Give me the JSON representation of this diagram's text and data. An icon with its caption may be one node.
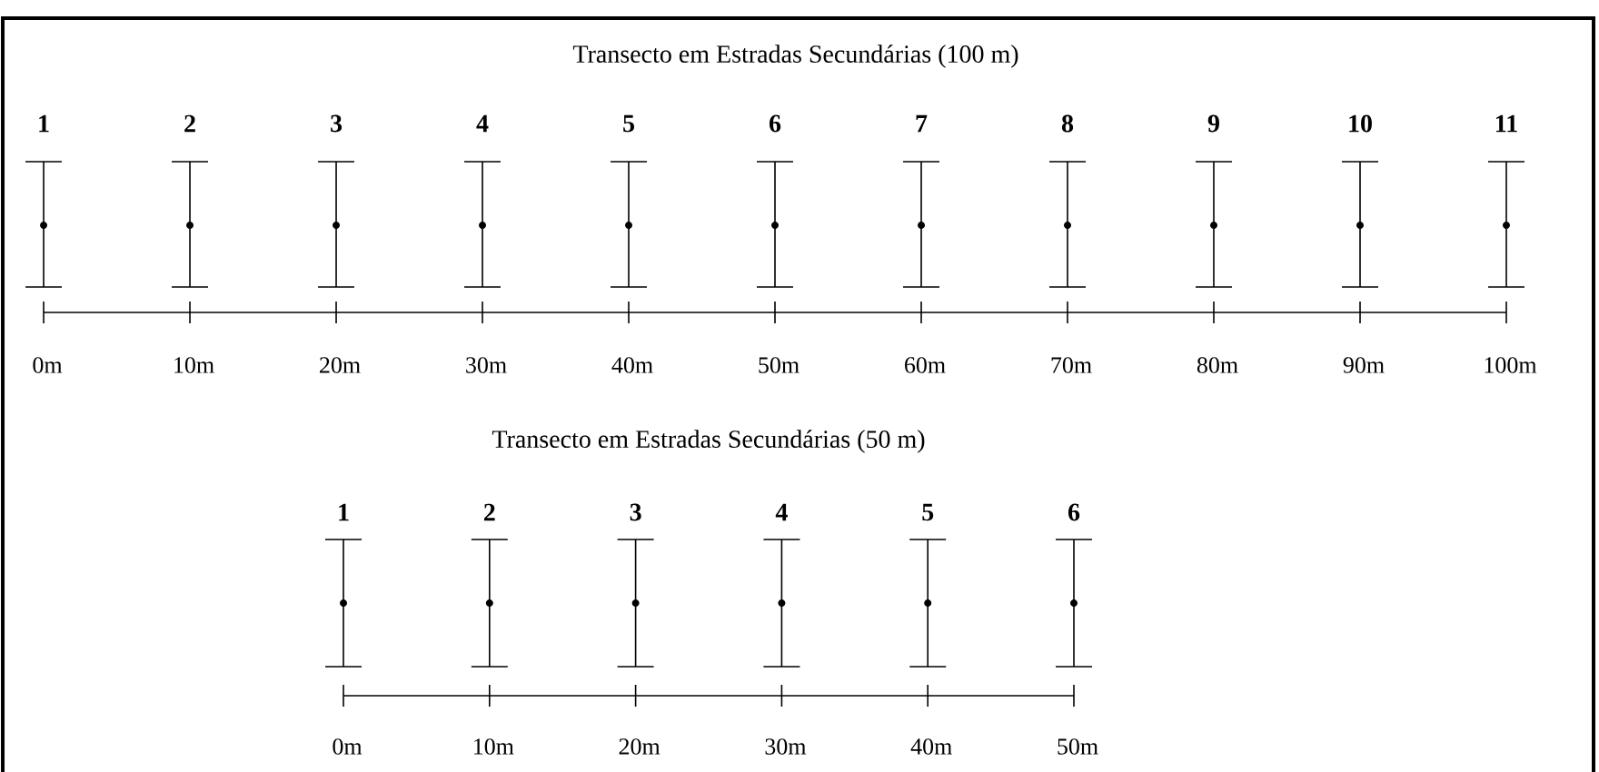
{
  "diagram": {
    "labels": [
      "Transecto em Estradas Secundárias (100 m)",
      "1",
      "2",
      "3",
      "4",
      "5",
      "6",
      "7",
      "8",
      "9",
      "10",
      "11",
      "0m",
      "10m",
      "20m",
      "30m",
      "40m",
      "50m",
      "60m",
      "70m",
      "80m",
      "90m",
      "100m",
      "Transecto em Estradas Secundárias (50 m)",
      "1",
      "2",
      "3",
      "4",
      "5",
      "6",
      "0m",
      "10m",
      "20m",
      "30m",
      "40m",
      "50m"
    ]
  }
}
